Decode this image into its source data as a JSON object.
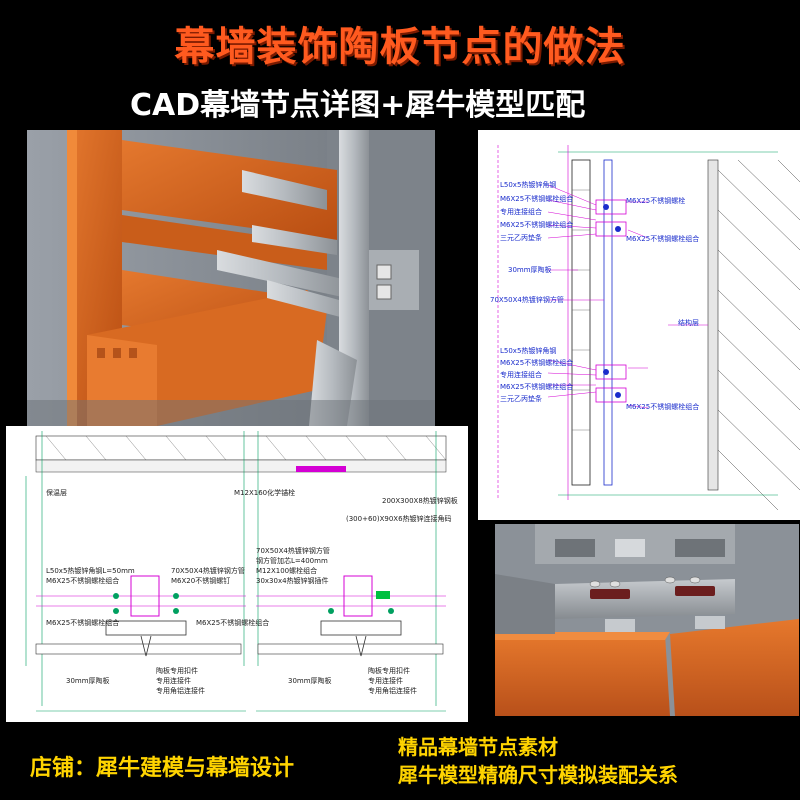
{
  "header": {
    "title": "幕墙装饰陶板节点的做法",
    "subtitle": "CAD幕墙节点详图+犀牛模型匹配"
  },
  "footer": {
    "shop": "店铺：犀牛建模与幕墙设计",
    "line1": "精品幕墙节点素材",
    "line2": "犀牛模型精确尺寸模拟装配关系"
  },
  "cad_vertical": {
    "labels": [
      "L50x5热镀锌角钢",
      "M6X25不锈钢螺栓组合",
      "专用连接组合",
      "M6X25不锈钢螺栓组合",
      "三元乙丙垫条",
      "M6X25不锈钢螺栓",
      "M6X25不锈钢螺栓组合",
      "30mm厚陶板",
      "70X50X4热镀锌钢方管",
      "结构层",
      "L50x5热镀锌角钢",
      "M6X25不锈钢螺栓组合",
      "专用连接组合",
      "M6X25不锈钢螺栓组合",
      "三元乙丙垫条",
      "M6X25不锈钢螺栓组合"
    ]
  },
  "cad_plan_left": {
    "labels": [
      "保温层",
      "L50x5热镀锌角钢L=50mm",
      "M6X25不锈钢螺栓组合",
      "70X50X4热镀锌钢方管",
      "M6X20不锈钢螺钉",
      "M6X25不锈钢螺栓组合",
      "M6X25不锈钢螺栓组合",
      "陶板专用扣件",
      "专用连接件",
      "30mm厚陶板",
      "专用角铝连接件"
    ]
  },
  "cad_plan_right": {
    "labels": [
      "M12X160化学锚栓",
      "200X300X8热镀锌钢板",
      "(300+60)X90X6热镀锌连接角码",
      "70X50X4热镀锌钢方管",
      "钢方管加芯L=400mm",
      "M12X100螺栓组合",
      "30x30x4热镀锌钢插件",
      "陶板专用扣件",
      "专用连接件",
      "30mm厚陶板",
      "专用角铝连接件"
    ]
  },
  "colors": {
    "title": "#ff5a1f",
    "footer": "#ffd400",
    "terracotta": "#e0641c",
    "cad_magenta": "#d400d4",
    "cad_green": "#00a060",
    "cad_blue": "#1a2ccc"
  }
}
